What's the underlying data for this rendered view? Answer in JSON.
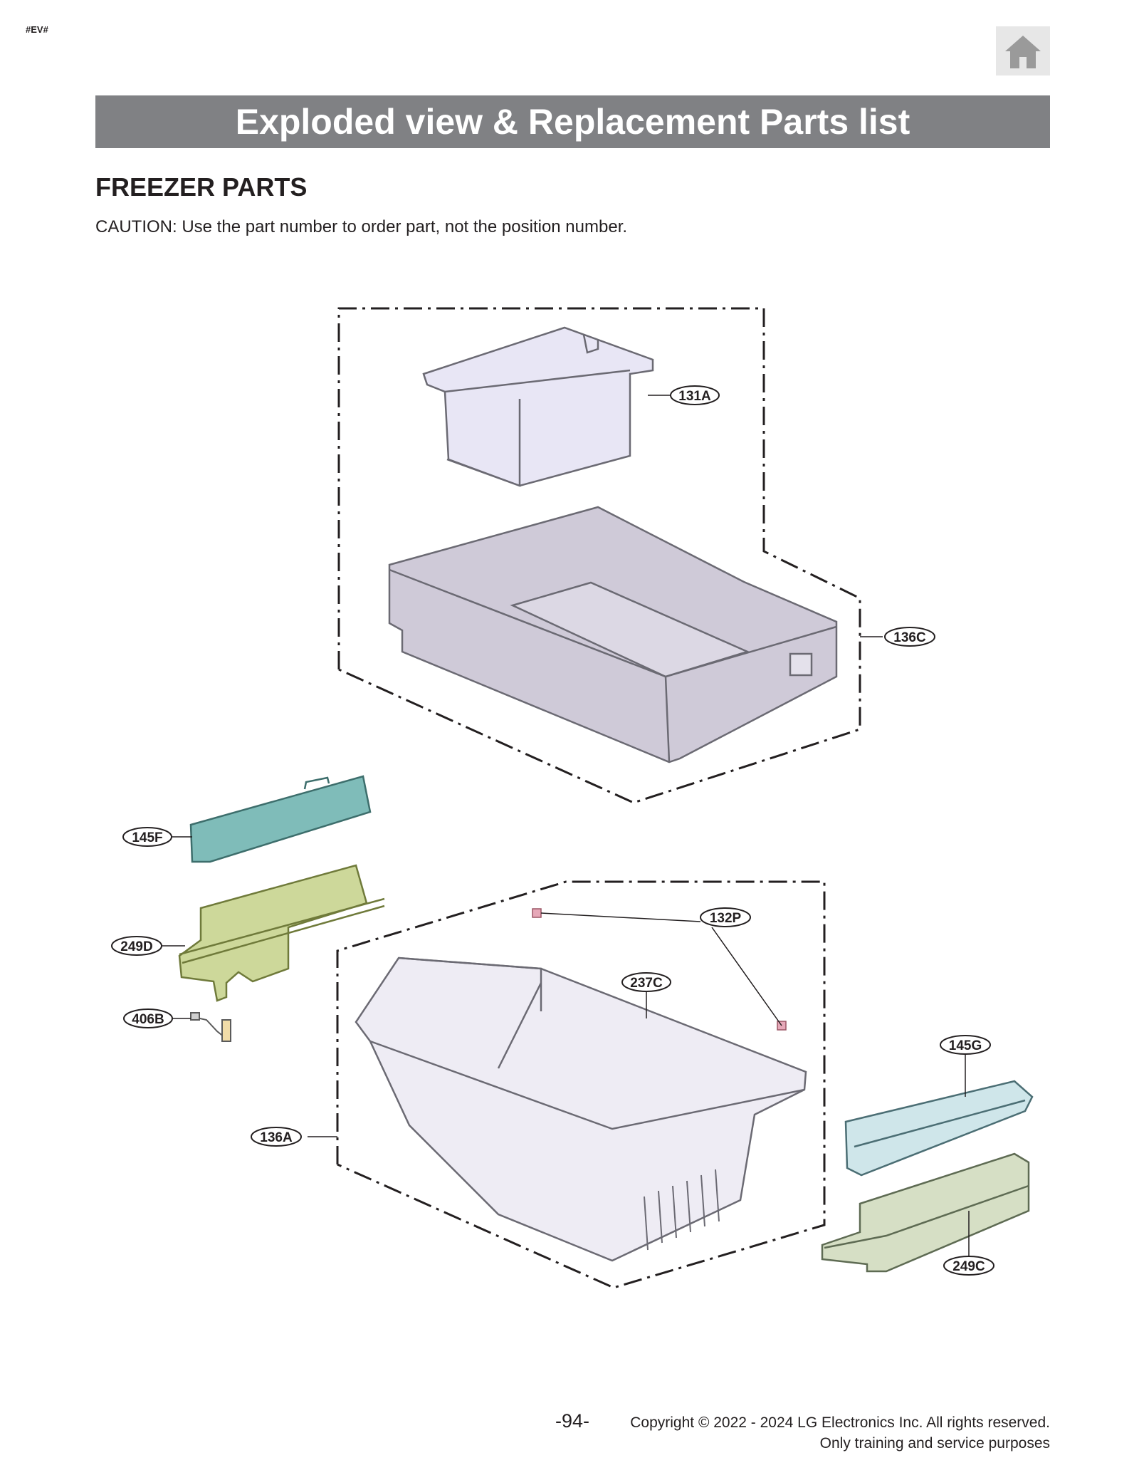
{
  "doc_code": "#EV#",
  "home_icon": "home-icon",
  "title": "Exploded view & Replacement Parts list",
  "section": "FREEZER PARTS",
  "caution": "CAUTION: Use the part number to order part, not the position number.",
  "callouts": {
    "c131A": "131A",
    "c136C": "136C",
    "c145F": "145F",
    "c249D": "249D",
    "c406B": "406B",
    "c132P": "132P",
    "c237C": "237C",
    "c136A": "136A",
    "c145G": "145G",
    "c249C": "249C"
  },
  "colors": {
    "title_bar": "#808184",
    "bin": "#e8e6f5",
    "drawer": "#cfcad8",
    "rail_145F": "#7fbcb9",
    "rail_249D": "#cdd89a",
    "pad_132P": "#e6a8b8",
    "rail_145G": "#cfe6ea",
    "rail_249C": "#d6dfc5"
  },
  "page_number": "-94-",
  "copyright": {
    "line1": "Copyright © 2022 - 2024 LG Electronics Inc. All rights reserved.",
    "line2": "Only training and service purposes"
  }
}
